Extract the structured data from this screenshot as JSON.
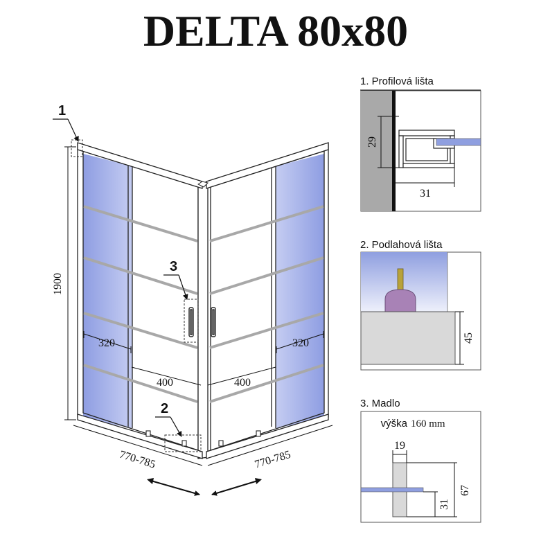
{
  "title": "DELTA 80x80",
  "callouts": {
    "one": "1",
    "two": "2",
    "three": "3"
  },
  "main_dimensions": {
    "height": "1900",
    "left_panel_width": "320",
    "right_panel_width": "320",
    "left_door_width": "400",
    "right_door_width": "400",
    "left_base": "770-785",
    "right_base": "770-785"
  },
  "details": [
    {
      "title": "1. Profilová lišta",
      "dims": [
        "29",
        "31"
      ]
    },
    {
      "title": "2. Podlahová lišta",
      "dims": [
        "45"
      ]
    },
    {
      "title": "3. Madlo",
      "note_label": "výška",
      "note_value": "160 mm",
      "dims": [
        "19",
        "67",
        "31"
      ]
    }
  ],
  "colors": {
    "glass_blue": "#8f9fe0",
    "glass_light": "#d6dcf6",
    "wall_gray": "#a9a9a9",
    "seal_purple": "#a882b6",
    "seal_stem": "#b8a23a"
  }
}
